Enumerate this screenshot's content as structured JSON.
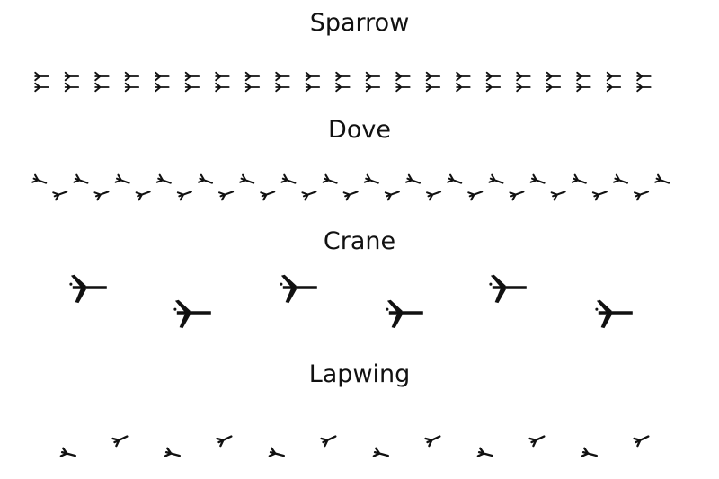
{
  "sections": [
    {
      "label": "Sparrow",
      "count": 21,
      "pattern": "paired"
    },
    {
      "label": "Dove",
      "count": 31,
      "pattern": "alternating"
    },
    {
      "label": "Crane",
      "count": 6,
      "pattern": "alternating"
    },
    {
      "label": "Lapwing",
      "count": 12,
      "pattern": "alternating"
    }
  ],
  "ink_color": "#111111"
}
